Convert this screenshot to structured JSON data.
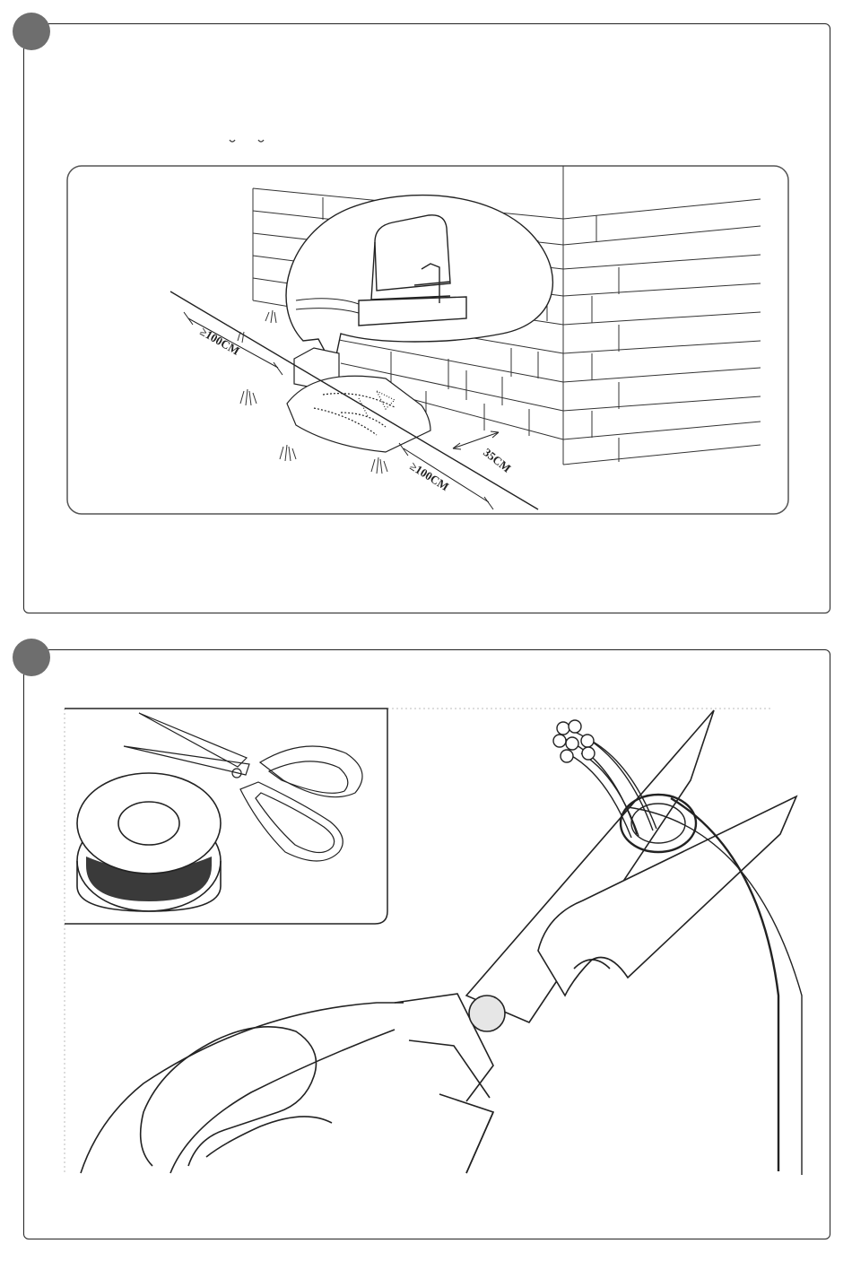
{
  "panels": [
    {
      "id": "installation-diagram",
      "labels": {
        "clearance_side": "≥100CM",
        "clearance_front": "≥100CM",
        "wall_distance": "35CM"
      }
    },
    {
      "id": "cutting-wire-diagram"
    }
  ],
  "colors": {
    "line": "#222222",
    "step_dot": "#6e6e6e",
    "pivot": "#e6e6e6",
    "spool_wire": "#3a3a3a"
  }
}
